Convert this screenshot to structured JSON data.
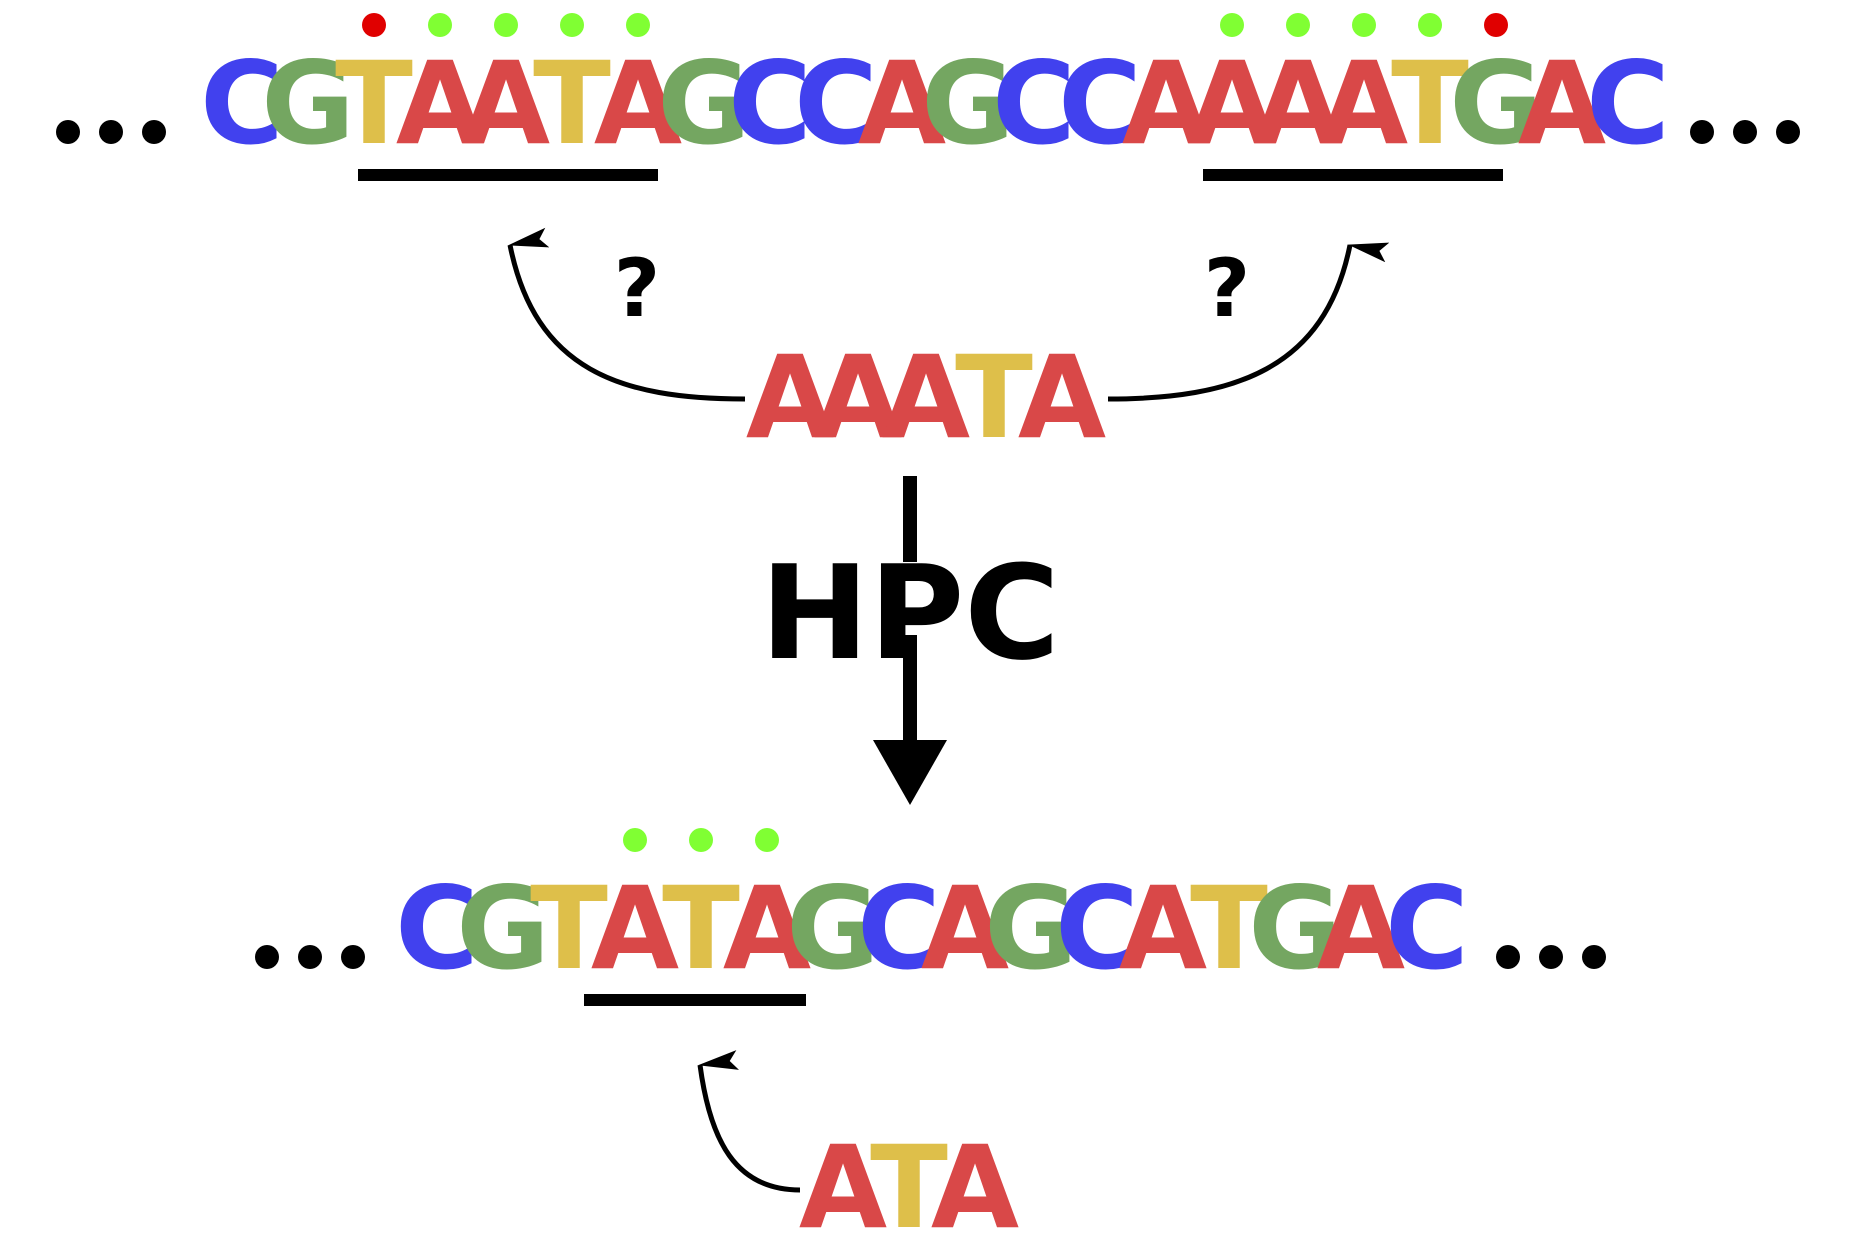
{
  "colors": {
    "A": "#d94848",
    "C": "#4141ee",
    "G": "#74a661",
    "T": "#debf4a",
    "mismatch_dot": "#e00000",
    "match_dot": "#80ff33",
    "ink": "#000000"
  },
  "ellipsis": "...",
  "top_sequence": "CGTAATAGCCAGCCAAAATGAC",
  "top_query": "AAATA",
  "question_mark": "?",
  "hpc_label": "HPC",
  "bottom_sequence": "CGTATAGCAGCATGAC",
  "bottom_query": "ATA",
  "top_match_dots": [
    {
      "index": 2,
      "type": "mismatch"
    },
    {
      "index": 3,
      "type": "match"
    },
    {
      "index": 4,
      "type": "match"
    },
    {
      "index": 5,
      "type": "match"
    },
    {
      "index": 6,
      "type": "match"
    },
    {
      "index": 15,
      "type": "match"
    },
    {
      "index": 16,
      "type": "match"
    },
    {
      "index": 17,
      "type": "match"
    },
    {
      "index": 18,
      "type": "match"
    },
    {
      "index": 19,
      "type": "mismatch"
    }
  ],
  "bottom_match_dots": [
    {
      "index": 3,
      "type": "match"
    },
    {
      "index": 4,
      "type": "match"
    },
    {
      "index": 5,
      "type": "match"
    }
  ]
}
